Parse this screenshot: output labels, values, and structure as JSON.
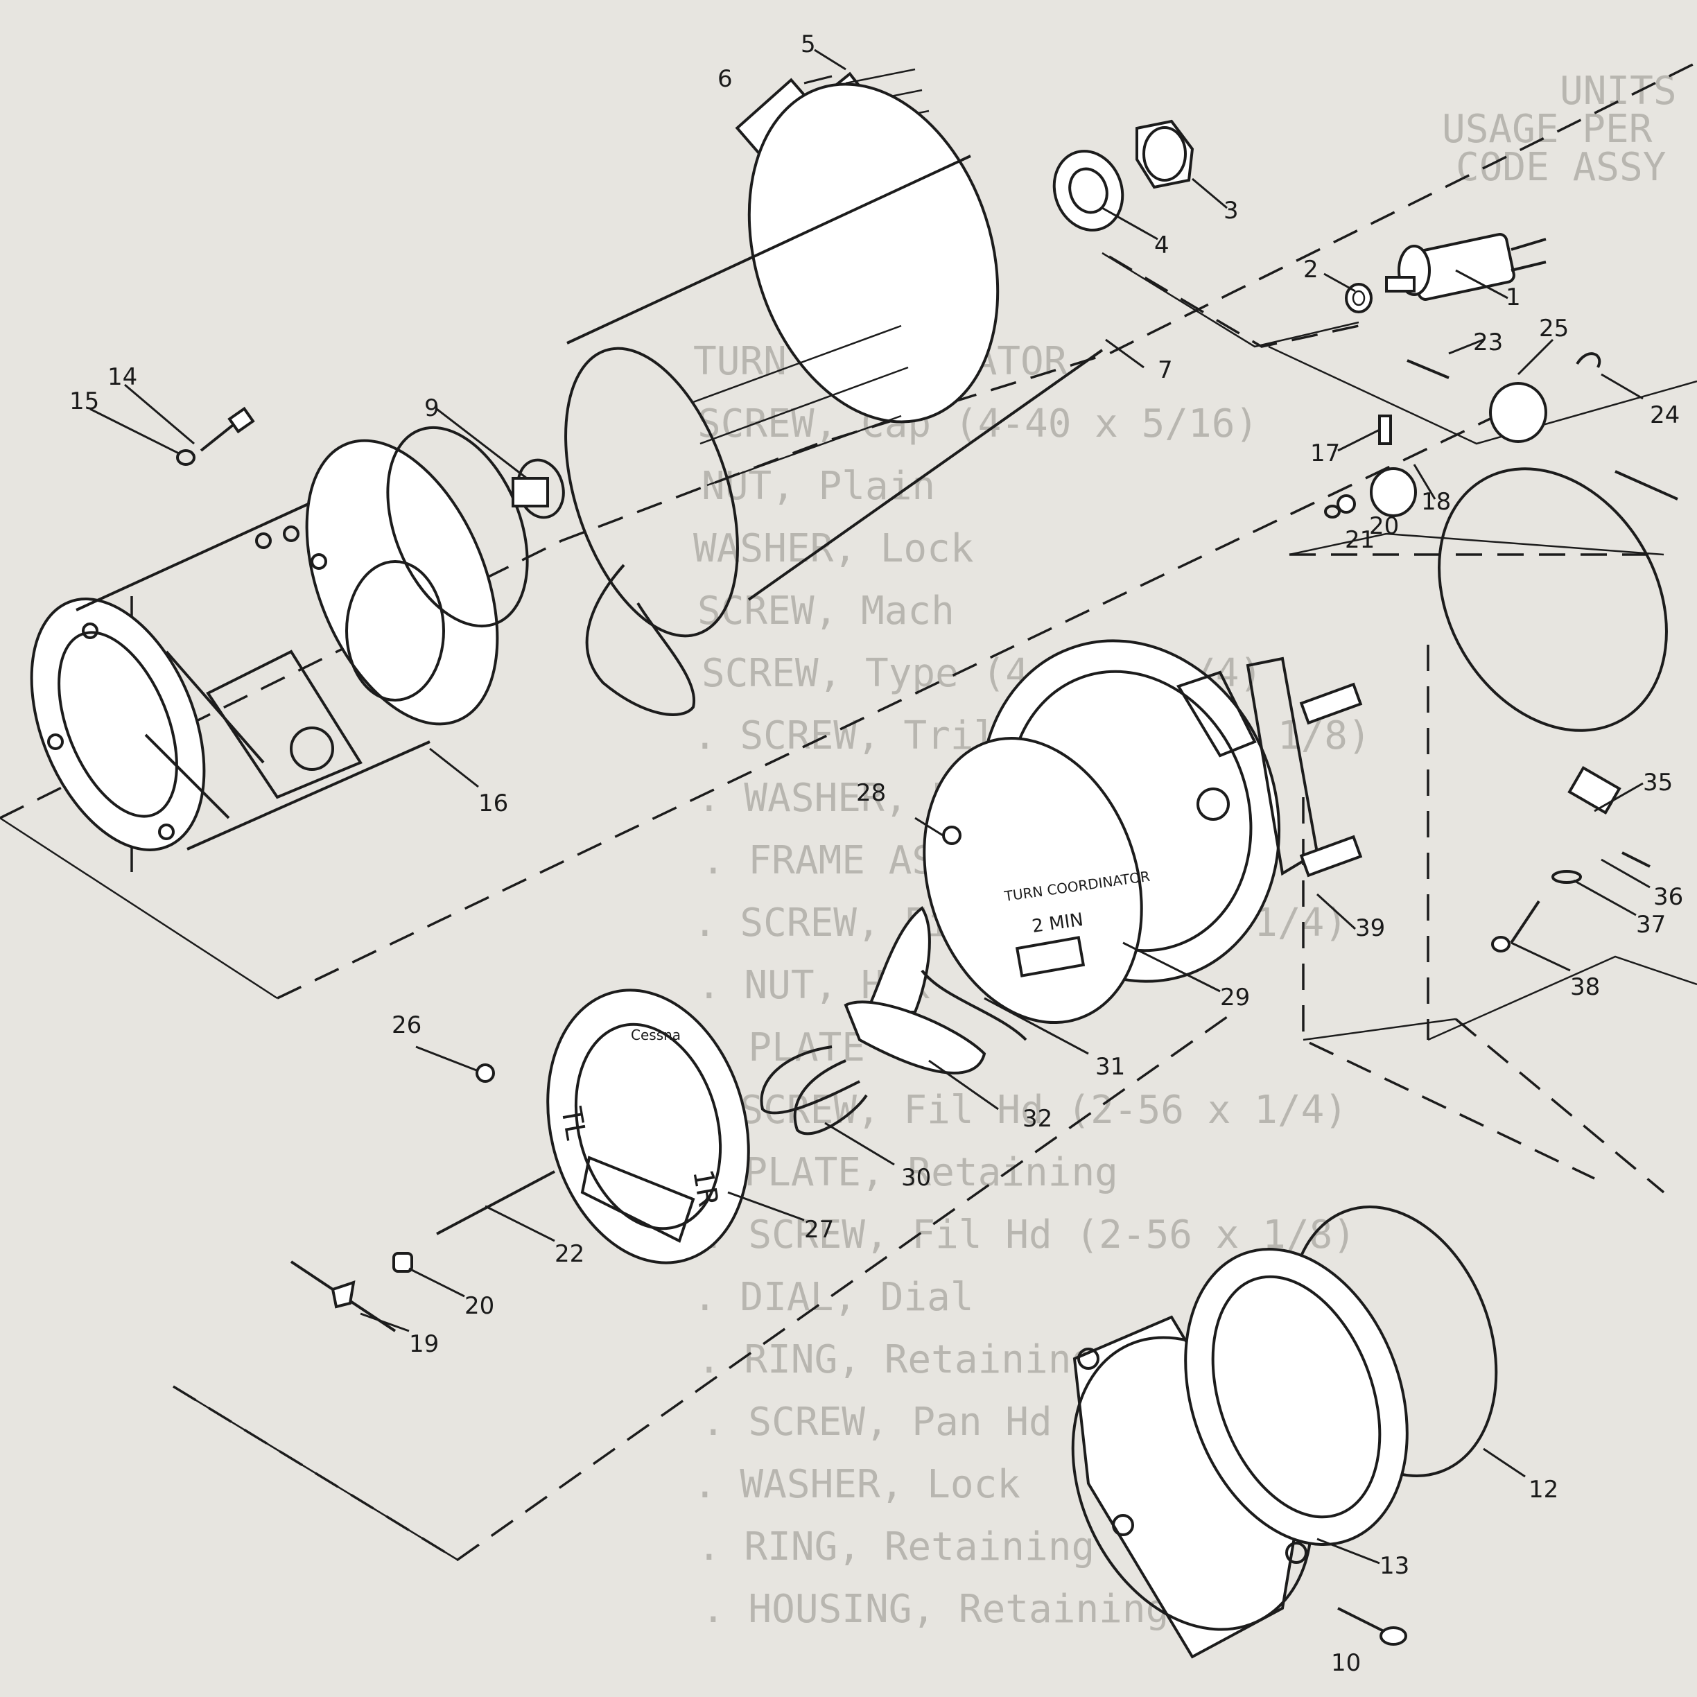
{
  "background_header": [
    "UNITS",
    "USAGE  PER",
    "CODE  ASSY"
  ],
  "background_lines": [
    "TURN COORDINATOR",
    "SCREW, Cap  (4-40 x 5/16)",
    "NUT, Plain",
    "WASHER, Lock",
    "SCREW, Mach",
    "SCREW, Type (4-40 x 1/4)",
    ". SCREW, Tril Hd (2-56 x 1/8)",
    ". WASHER, Lock",
    ". FRAME ASSEMBLY",
    ". SCREW, Fil Hd (4-40 x 1/4)",
    ". NUT, Hex",
    ". PLATE",
    ". SCREW, Fil Hd (2-56 x 1/4)",
    ". PLATE, Retaining",
    ". SCREW, Fil Hd (2-56 x 1/8)",
    ". DIAL, Dial",
    ". RING, Retaining",
    ". SCREW, Pan Hd (4-40 x 1/4)",
    ". WASHER, Lock",
    ". RING, Retaining",
    ". HOUSING, Retaining"
  ],
  "dial": {
    "face_line1": "TURN COORDINATOR",
    "face_line2": "2 MIN",
    "bezel_top": "Cessna",
    "bezel_left": "TL",
    "bezel_right": "1R"
  },
  "callouts": [
    "1",
    "2",
    "3",
    "4",
    "5",
    "6",
    "7",
    "9",
    "10",
    "12",
    "13",
    "14",
    "15",
    "16",
    "17",
    "18",
    "19",
    "20",
    "20",
    "21",
    "22",
    "23",
    "24",
    "25",
    "26",
    "27",
    "28",
    "29",
    "30",
    "31",
    "32",
    "35",
    "36",
    "37",
    "38",
    "39"
  ]
}
